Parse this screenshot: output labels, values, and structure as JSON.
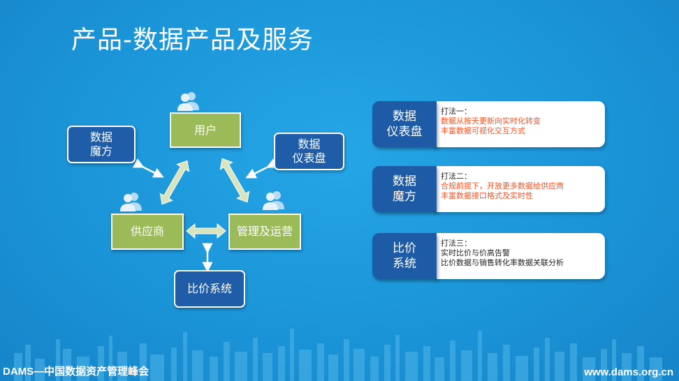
{
  "title": "产品-数据产品及服务",
  "nodes": {
    "user": "用户",
    "supplier": "供应商",
    "operations": "管理及运营",
    "data_magic": "数据\n魔方",
    "dashboard": "数据\n仪表盘",
    "price_compare": "比价系统"
  },
  "cards": [
    {
      "tag": "数据\n仪表盘",
      "heading": "打法一：",
      "line1": "数据从按天更新向实时化转变",
      "line2": "丰富数据可视化交互方式"
    },
    {
      "tag": "数据\n魔方",
      "heading": "打法二：",
      "line1": "合规前提下，开放更多数据给供应商",
      "line2": "丰富数据接口格式及实时性"
    },
    {
      "tag": "比价\n系统",
      "heading": "打法三：",
      "line1": "实时比价与价高告警",
      "line2": "比价数据与销售转化率数据关联分析"
    }
  ],
  "footer": {
    "left": "DAMS—中国数据资产管理峰会",
    "right": "www.dams.org.cn"
  },
  "colors": {
    "background": "#1b95d8",
    "green_node": "#9bbb59",
    "blue_node": "#1f5da8",
    "highlight_text": "#ff4f1f"
  }
}
